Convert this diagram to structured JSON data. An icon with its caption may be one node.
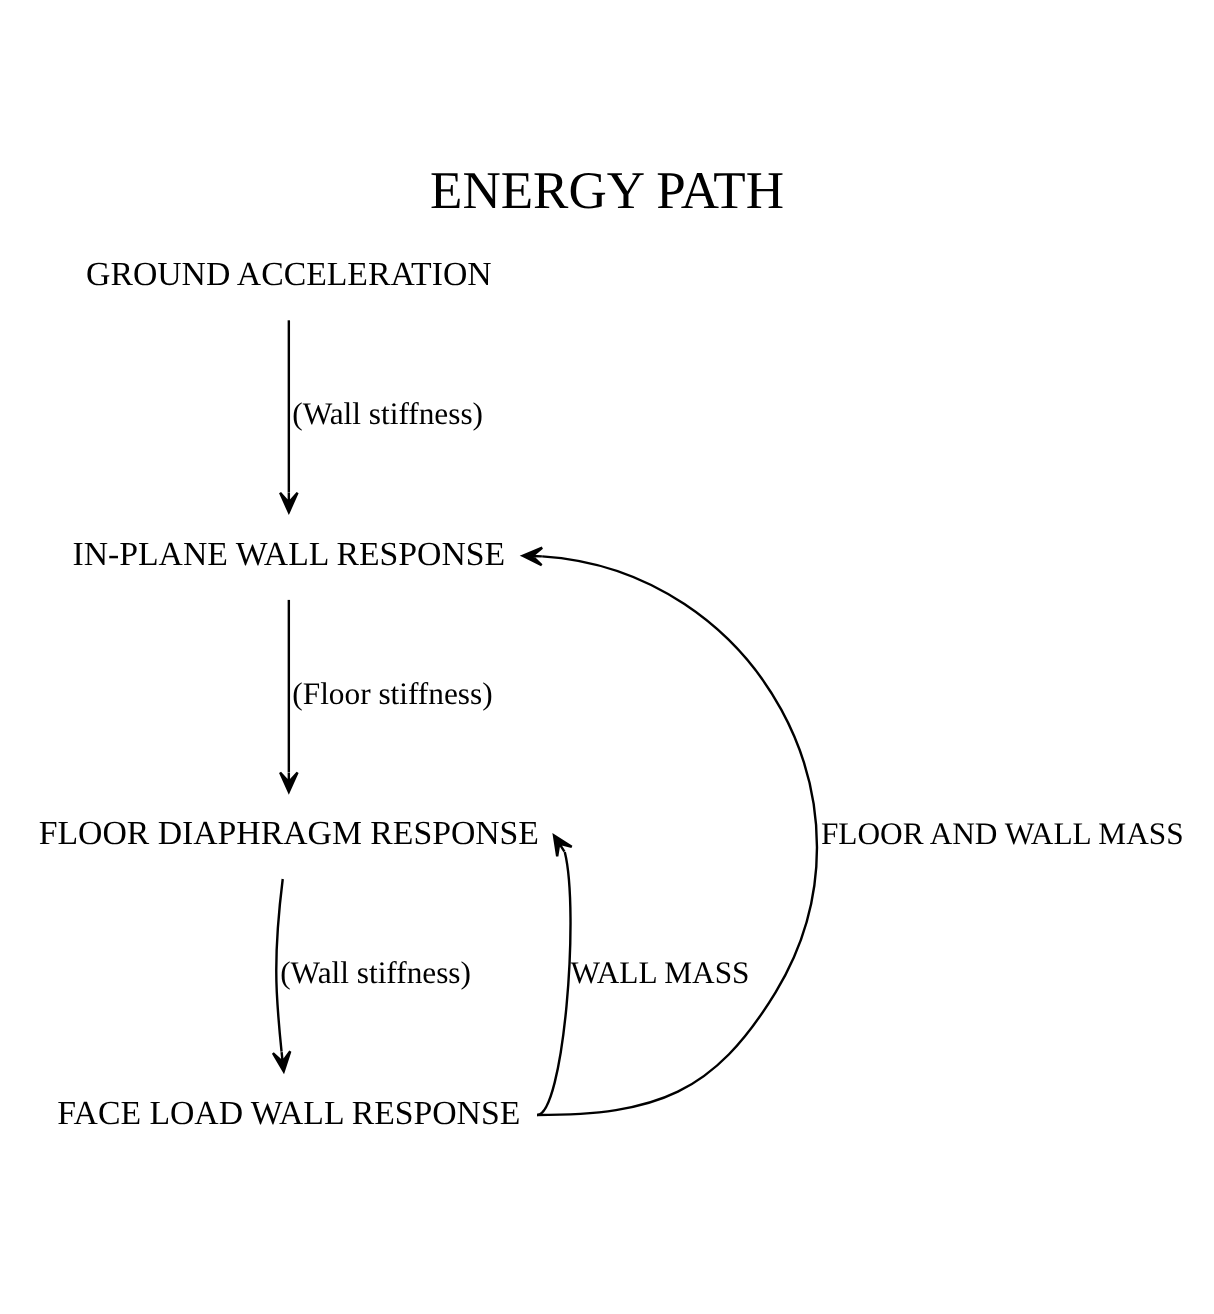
{
  "diagram": {
    "title": "ENERGY PATH",
    "nodes": [
      {
        "text": [
          "GROUND ACCELERATION"
        ]
      },
      {
        "text": [
          "IN-PLANE WALL RESPONSE"
        ]
      },
      {
        "text": [
          "FLOOR DIAPHRAGM RESPONSE"
        ]
      },
      {
        "text": [
          "FACE LOAD WALL RESPONSE"
        ]
      }
    ],
    "edges": [
      {
        "from": 0,
        "to": 1,
        "arrow": "to",
        "label": "(Wall stiffness)"
      },
      {
        "from": 1,
        "to": 2,
        "arrow": "to",
        "label": "(Floor stiffness)"
      },
      {
        "from": 2,
        "to": 3,
        "arrow": "to",
        "label": "(Wall stiffness)"
      },
      {
        "from": 3,
        "to": 2,
        "arrow": "to",
        "label": "WALL MASS"
      },
      {
        "from": 3,
        "to": 1,
        "arrow": "to",
        "label": "FLOOR AND WALL MASS"
      }
    ]
  }
}
